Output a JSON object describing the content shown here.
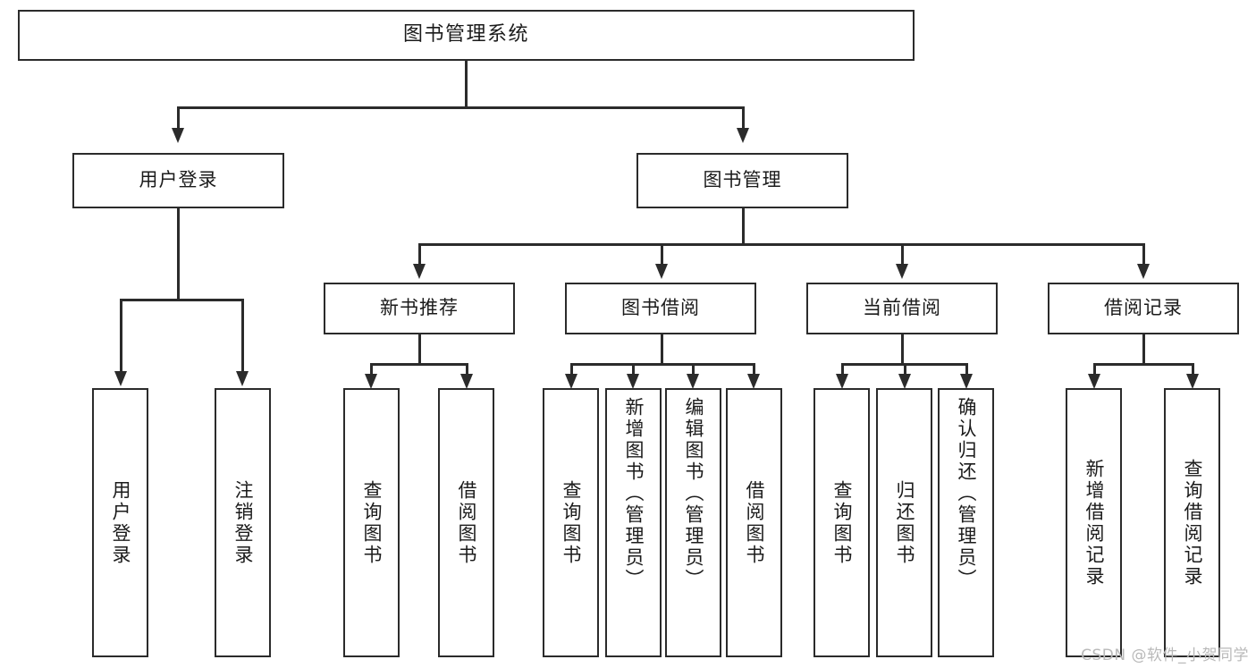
{
  "diagram": {
    "type": "tree",
    "title": "图书管理系统",
    "watermark": "CSDN @软件_小贺同学",
    "colors": {
      "box_border": "#2b2b2b",
      "box_fill": "#ffffff",
      "connector": "#2b2b2b",
      "text": "#1b1b1b",
      "watermark": "#b9b9b9",
      "background": "#ffffff"
    }
  },
  "nodes": {
    "root": {
      "label": "图书管理系统"
    },
    "level2": [
      {
        "label": "用户登录"
      },
      {
        "label": "图书管理"
      }
    ],
    "level3": [
      {
        "label": "新书推荐"
      },
      {
        "label": "图书借阅"
      },
      {
        "label": "当前借阅"
      },
      {
        "label": "借阅记录"
      }
    ],
    "leaves": {
      "user_login": [
        {
          "label": "用户登录"
        },
        {
          "label": "注销登录"
        }
      ],
      "new_book_recommend": [
        {
          "label": "查询图书"
        },
        {
          "label": "借阅图书"
        }
      ],
      "book_borrow": [
        {
          "label": "查询图书"
        },
        {
          "label": "新增图书（管理员）"
        },
        {
          "label": "编辑图书（管理员）"
        },
        {
          "label": "借阅图书"
        }
      ],
      "current_borrow": [
        {
          "label": "查询图书"
        },
        {
          "label": "归还图书"
        },
        {
          "label": "确认归还（管理员）"
        }
      ],
      "borrow_record": [
        {
          "label": "新增借阅记录"
        },
        {
          "label": "查询借阅记录"
        }
      ]
    }
  }
}
